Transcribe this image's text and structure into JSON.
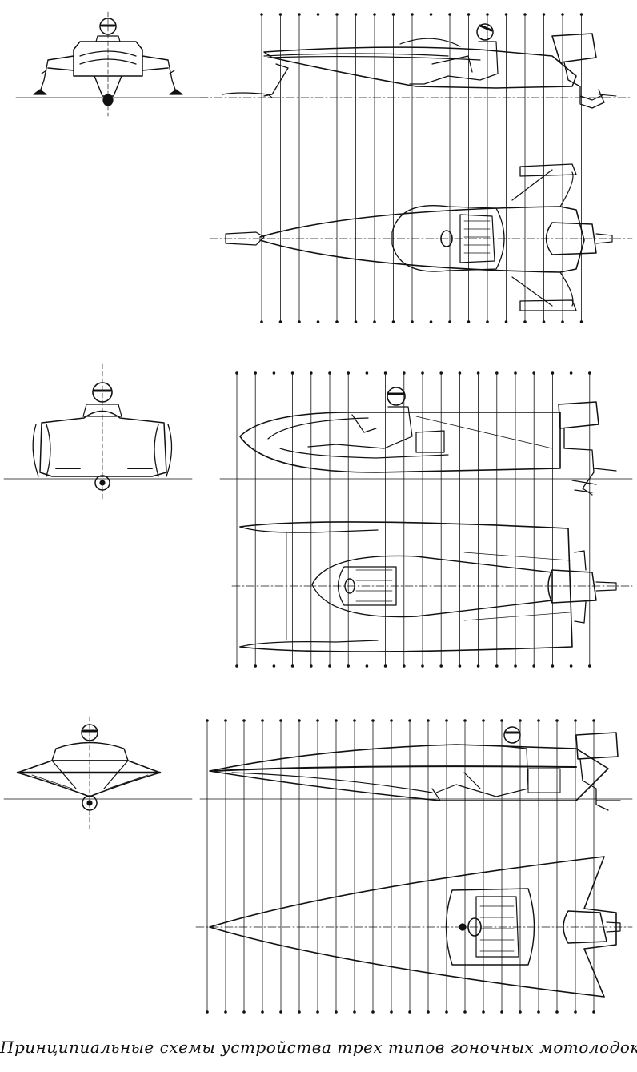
{
  "caption": "Принципиальные схемы устройства трех типов гоночных мотолодок.",
  "colors": {
    "ink": "#111111",
    "paper": "#ffffff"
  },
  "boats": [
    {
      "id": "hydroplane",
      "views": [
        "front-view",
        "side-view",
        "plan-view"
      ]
    },
    {
      "id": "tunnel-hull",
      "views": [
        "front-view",
        "side-view",
        "plan-view"
      ]
    },
    {
      "id": "sponson-hull",
      "views": [
        "front-view",
        "side-view",
        "plan-view"
      ]
    }
  ]
}
